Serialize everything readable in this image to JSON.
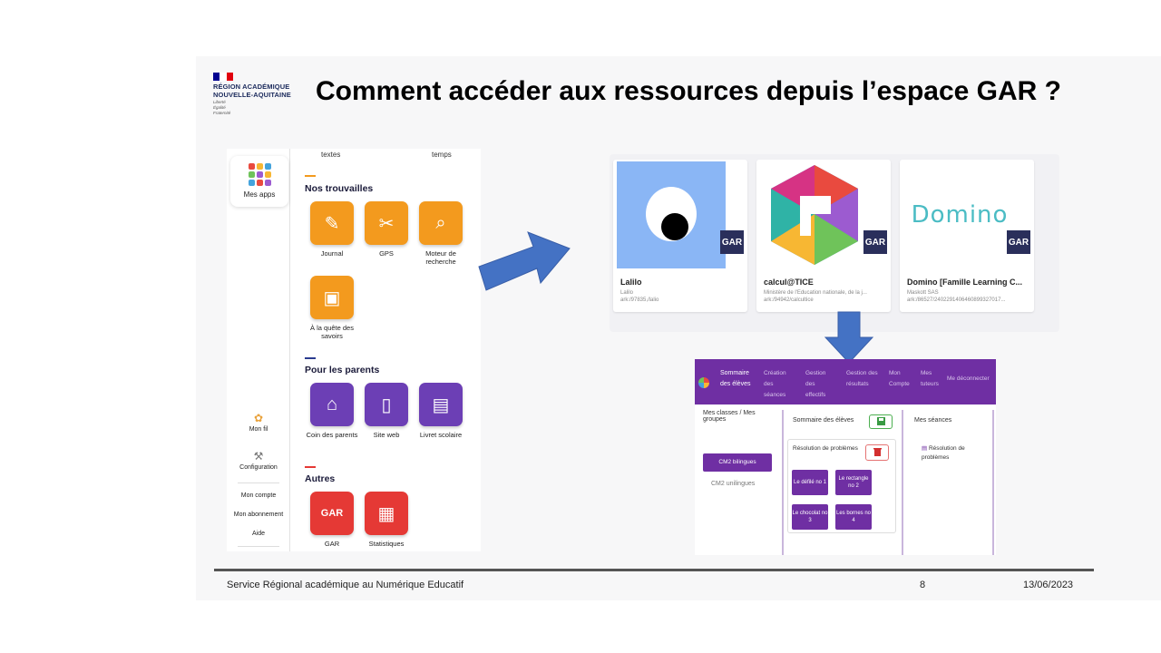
{
  "logo": {
    "line1": "RÉGION ACADÉMIQUE",
    "line2": "NOUVELLE-AQUITAINE",
    "motto": [
      "Liberté",
      "Égalité",
      "Fraternité"
    ],
    "flag_colors": [
      "#000091",
      "#ffffff",
      "#e1000f"
    ]
  },
  "slide_title": "Comment accéder aux ressources depuis l’espace GAR ?",
  "ent": {
    "mes_apps_label": "Mes apps",
    "mes_apps_colors": [
      "#e94a3f",
      "#f7b733",
      "#44a3dc",
      "#6fc35a",
      "#9c5bd0",
      "#f7b733",
      "#44a3dc",
      "#e94a3f",
      "#9c5bd0"
    ],
    "cut_labels": [
      "textes",
      "temps"
    ],
    "sections": {
      "trouvailles": {
        "title": "Nos trouvailles",
        "bar_color": "#f39a1e",
        "apps": [
          {
            "label": "Journal",
            "icon": "✎",
            "color": "#f39a1e"
          },
          {
            "label": "GPS",
            "icon": "✂",
            "color": "#f39a1e"
          },
          {
            "label": "Moteur de recherche",
            "icon": "⌕",
            "color": "#f39a1e"
          },
          {
            "label": "À la quête des savoirs",
            "icon": "▣",
            "color": "#f39a1e"
          }
        ]
      },
      "parents": {
        "title": "Pour les parents",
        "bar_color": "#2a3b8f",
        "apps": [
          {
            "label": "Coin des parents",
            "icon": "⌂",
            "color": "#6c3fb5"
          },
          {
            "label": "Site web",
            "icon": "▯",
            "color": "#6c3fb5"
          },
          {
            "label": "Livret scolaire",
            "icon": "▤",
            "color": "#6c3fb5"
          }
        ]
      },
      "autres": {
        "title": "Autres",
        "bar_color": "#e53935",
        "apps": [
          {
            "label": "GAR",
            "icon": "GAR",
            "color": "#e53935"
          },
          {
            "label": "Statistiques",
            "icon": "▦",
            "color": "#e53935"
          }
        ]
      }
    },
    "side_links": [
      "Mon fil",
      "Configuration",
      "Mon compte",
      "Mon abonnement",
      "Aide"
    ]
  },
  "resources": [
    {
      "name": "Lalilo",
      "publisher": "Lalilo",
      "id": "ark:/97835,/lalio",
      "badge": "GAR",
      "image_color": "#8ab6f5"
    },
    {
      "name": "calcul@TICE",
      "publisher": "Ministère de l'Education nationale, de la j...",
      "id": "ark:/94942/calcultice",
      "badge": "GAR"
    },
    {
      "name": "Domino [Famille Learning C...",
      "publisher": "Maskott SAS",
      "id": "ark:/86527/2402291406460899327017...",
      "badge": "GAR",
      "logo_text": "Domino"
    }
  ],
  "seances": {
    "nav": [
      "Sommaire des élèves",
      "Création des séances",
      "Gestion des effectifs",
      "Gestion des résultats",
      "Mon Compte",
      "Mes tuteurs",
      "Me déconnecter"
    ],
    "col1_title": "Mes classes / Mes groupes",
    "classes": [
      "CM2 bilingues",
      "CM2 unilingues"
    ],
    "col2_title": "Sommaire des élèves",
    "group_title": "Résolution de problèmes",
    "tiles": [
      "Le défilé no 1",
      "Le rectangle no 2",
      "Le chocolat no 3",
      "Les bornes no 4"
    ],
    "col3_title": "Mes séances",
    "seance_item": "Résolution de problèmes",
    "bar_color": "#6f2fa3"
  },
  "footer": {
    "service": "Service Régional académique au Numérique Educatif",
    "page": "8",
    "date": "13/06/2023"
  }
}
